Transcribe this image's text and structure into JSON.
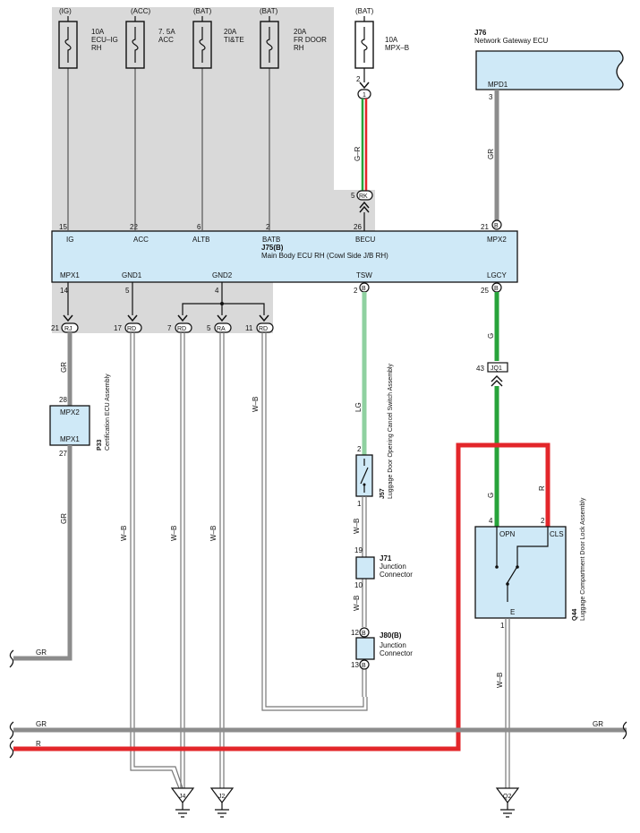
{
  "colors": {
    "gray_area": "#d9d9d9",
    "ecu_fill": "#cfe9f7",
    "wire_gr": "#8c8c8c",
    "wire_r": "#e3262a",
    "wire_g": "#27a33a",
    "wire_lg": "#8fd1a0",
    "wire_wb": "#6e6e6e"
  },
  "fuses": [
    {
      "source": "(IG)",
      "label": "10A\nECU–IG\nRH"
    },
    {
      "source": "(ACC)",
      "label": "7. 5A\nACC"
    },
    {
      "source": "(BAT)",
      "label": "20A\nTI&TE"
    },
    {
      "source": "(BAT)",
      "label": "20A\nFR DOOR\nRH"
    },
    {
      "source": "(BAT)",
      "label": "10A\nMPX–B"
    }
  ],
  "j76": {
    "id": "J76",
    "name": "Network Gateway ECU",
    "pin_name": "MPD1",
    "pin_no": "3"
  },
  "main_ecu": {
    "id": "J75(B)",
    "name": "Main Body ECU RH (Cowl Side J/B RH)",
    "top_pins": [
      {
        "no": "15",
        "name": "IG"
      },
      {
        "no": "22",
        "name": "ACC"
      },
      {
        "no": "6",
        "name": "ALTB"
      },
      {
        "no": "2",
        "name": "BATB"
      },
      {
        "no": "26",
        "name": "BECU"
      },
      {
        "no": "21",
        "name": "MPX2"
      }
    ],
    "bottom_pins": [
      {
        "no": "14",
        "name": "MPX1"
      },
      {
        "no": "5",
        "name": "GND1"
      },
      {
        "no": "4",
        "name": "GND2"
      },
      {
        "no": "2",
        "name": "TSW"
      },
      {
        "no": "25",
        "name": "LGCY"
      }
    ],
    "top_conn_tags": {
      "mpx2": "B"
    },
    "bottom_conn_tags": {
      "tsw": "B",
      "lgcy": "B"
    }
  },
  "fuse_mpxb": {
    "pin_no": "2",
    "conn": "1"
  },
  "rk": {
    "pin_no": "5",
    "conn": "RK"
  },
  "junctions": [
    {
      "pin_no": "21",
      "conn": "RJ"
    },
    {
      "pin_no": "17",
      "conn": "RD"
    },
    {
      "pin_no": "7",
      "conn": "RD"
    },
    {
      "pin_no": "5",
      "conn": "RA"
    },
    {
      "pin_no": "11",
      "conn": "RD"
    }
  ],
  "p33": {
    "id": "P33",
    "name": "Certification ECU Assembly",
    "pin_top_no": "28",
    "pin_top_name": "MPX2",
    "pin_bottom_no": "27",
    "pin_bottom_name": "MPX1"
  },
  "j57": {
    "id": "J57",
    "name": "Luggage Door Opening Cancel Switch Assembly",
    "pin_top": "2",
    "pin_bottom": "1"
  },
  "j71": {
    "id": "J71",
    "name": "Junction\nConnector",
    "pin_top": "19",
    "pin_bottom": "10"
  },
  "j80": {
    "id": "J80(B)",
    "name": "Junction\nConnector",
    "pin_top": "12",
    "pin_bottom": "13",
    "tag_top": "B",
    "tag_bottom": "B"
  },
  "jq1": {
    "pin_no": "43",
    "conn": "JQ1"
  },
  "q44": {
    "id": "Q44",
    "name": "Luggage Compartment Door Lock Assembly",
    "pin_opn_no": "4",
    "pin_opn": "OPN",
    "pin_cls_no": "2",
    "pin_cls": "CLS",
    "pin_e": "E",
    "pin_e_no": "1"
  },
  "wire_labels": {
    "gr": "GR",
    "r": "R",
    "g": "G",
    "lg": "LG",
    "gr_fuse": "G–R",
    "wb": "W–B"
  },
  "grounds": [
    {
      "id": "J4"
    },
    {
      "id": "J2"
    },
    {
      "id": "Q2"
    }
  ]
}
